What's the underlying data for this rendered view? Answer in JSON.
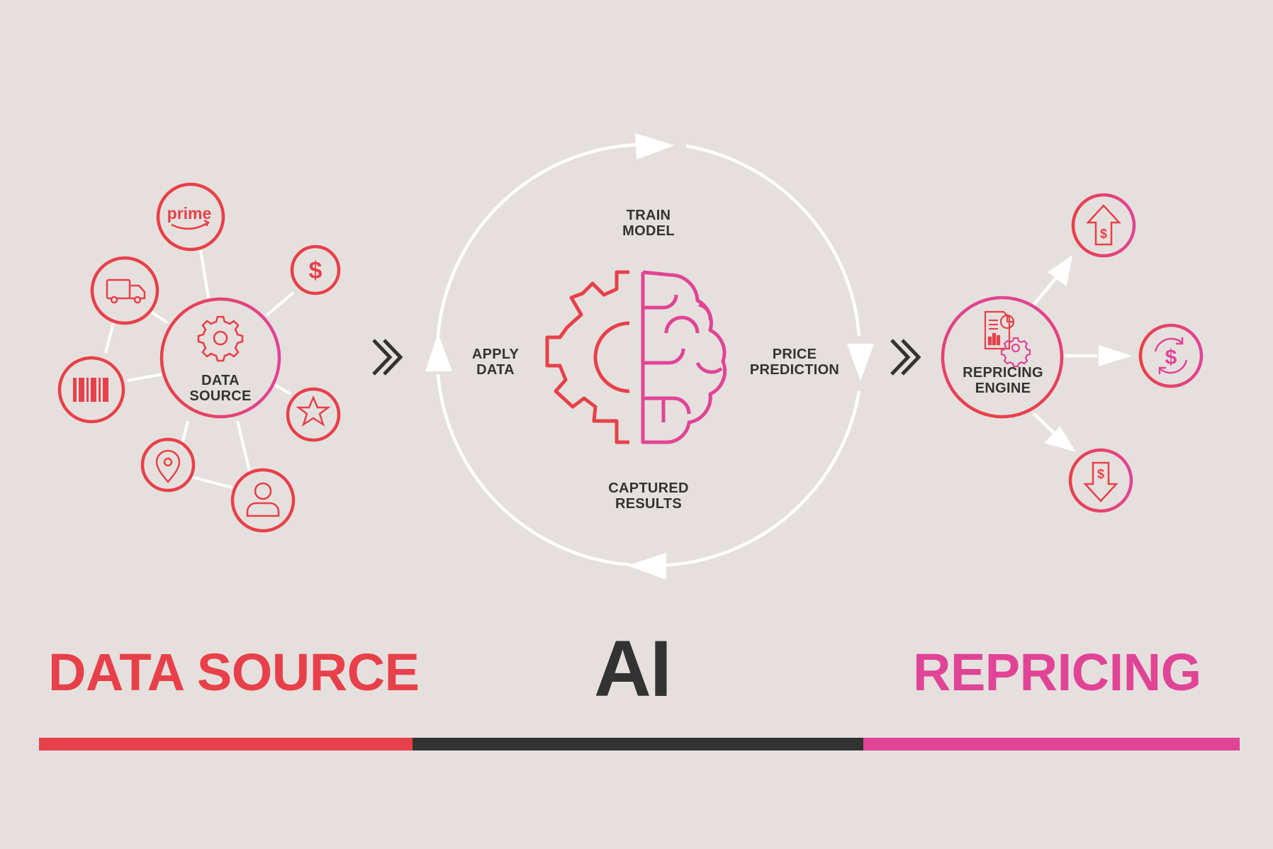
{
  "colors": {
    "background": "#e5e0dd",
    "red": "#e8404a",
    "pink": "#e14496",
    "dark": "#333333",
    "white": "#ffffff"
  },
  "data_source": {
    "hub_label_line1": "DATA",
    "hub_label_line2": "SOURCE",
    "hub_icon": "gear-icon",
    "prime_text": "prime",
    "nodes": [
      "prime-logo-icon",
      "truck-icon",
      "dollar-icon",
      "barcode-icon",
      "star-icon",
      "location-pin-icon",
      "user-icon"
    ]
  },
  "ai_cycle": {
    "train_line1": "TRAIN",
    "train_line2": "MODEL",
    "apply_line1": "APPLY",
    "apply_line2": "DATA",
    "price_line1": "PRICE",
    "price_line2": "PREDICTION",
    "captured_line1": "CAPTURED",
    "captured_line2": "RESULTS",
    "center_icon": "gear-brain-icon"
  },
  "repricing": {
    "hub_label_line1": "REPRICING",
    "hub_label_line2": "ENGINE",
    "hub_icon": "report-gear-icon",
    "outputs": [
      "price-up-icon",
      "price-refresh-icon",
      "price-down-icon"
    ]
  },
  "bottom": {
    "data_source_title": "DATA SOURCE",
    "ai_title": "AI",
    "repricing_title": "REPRICING"
  }
}
